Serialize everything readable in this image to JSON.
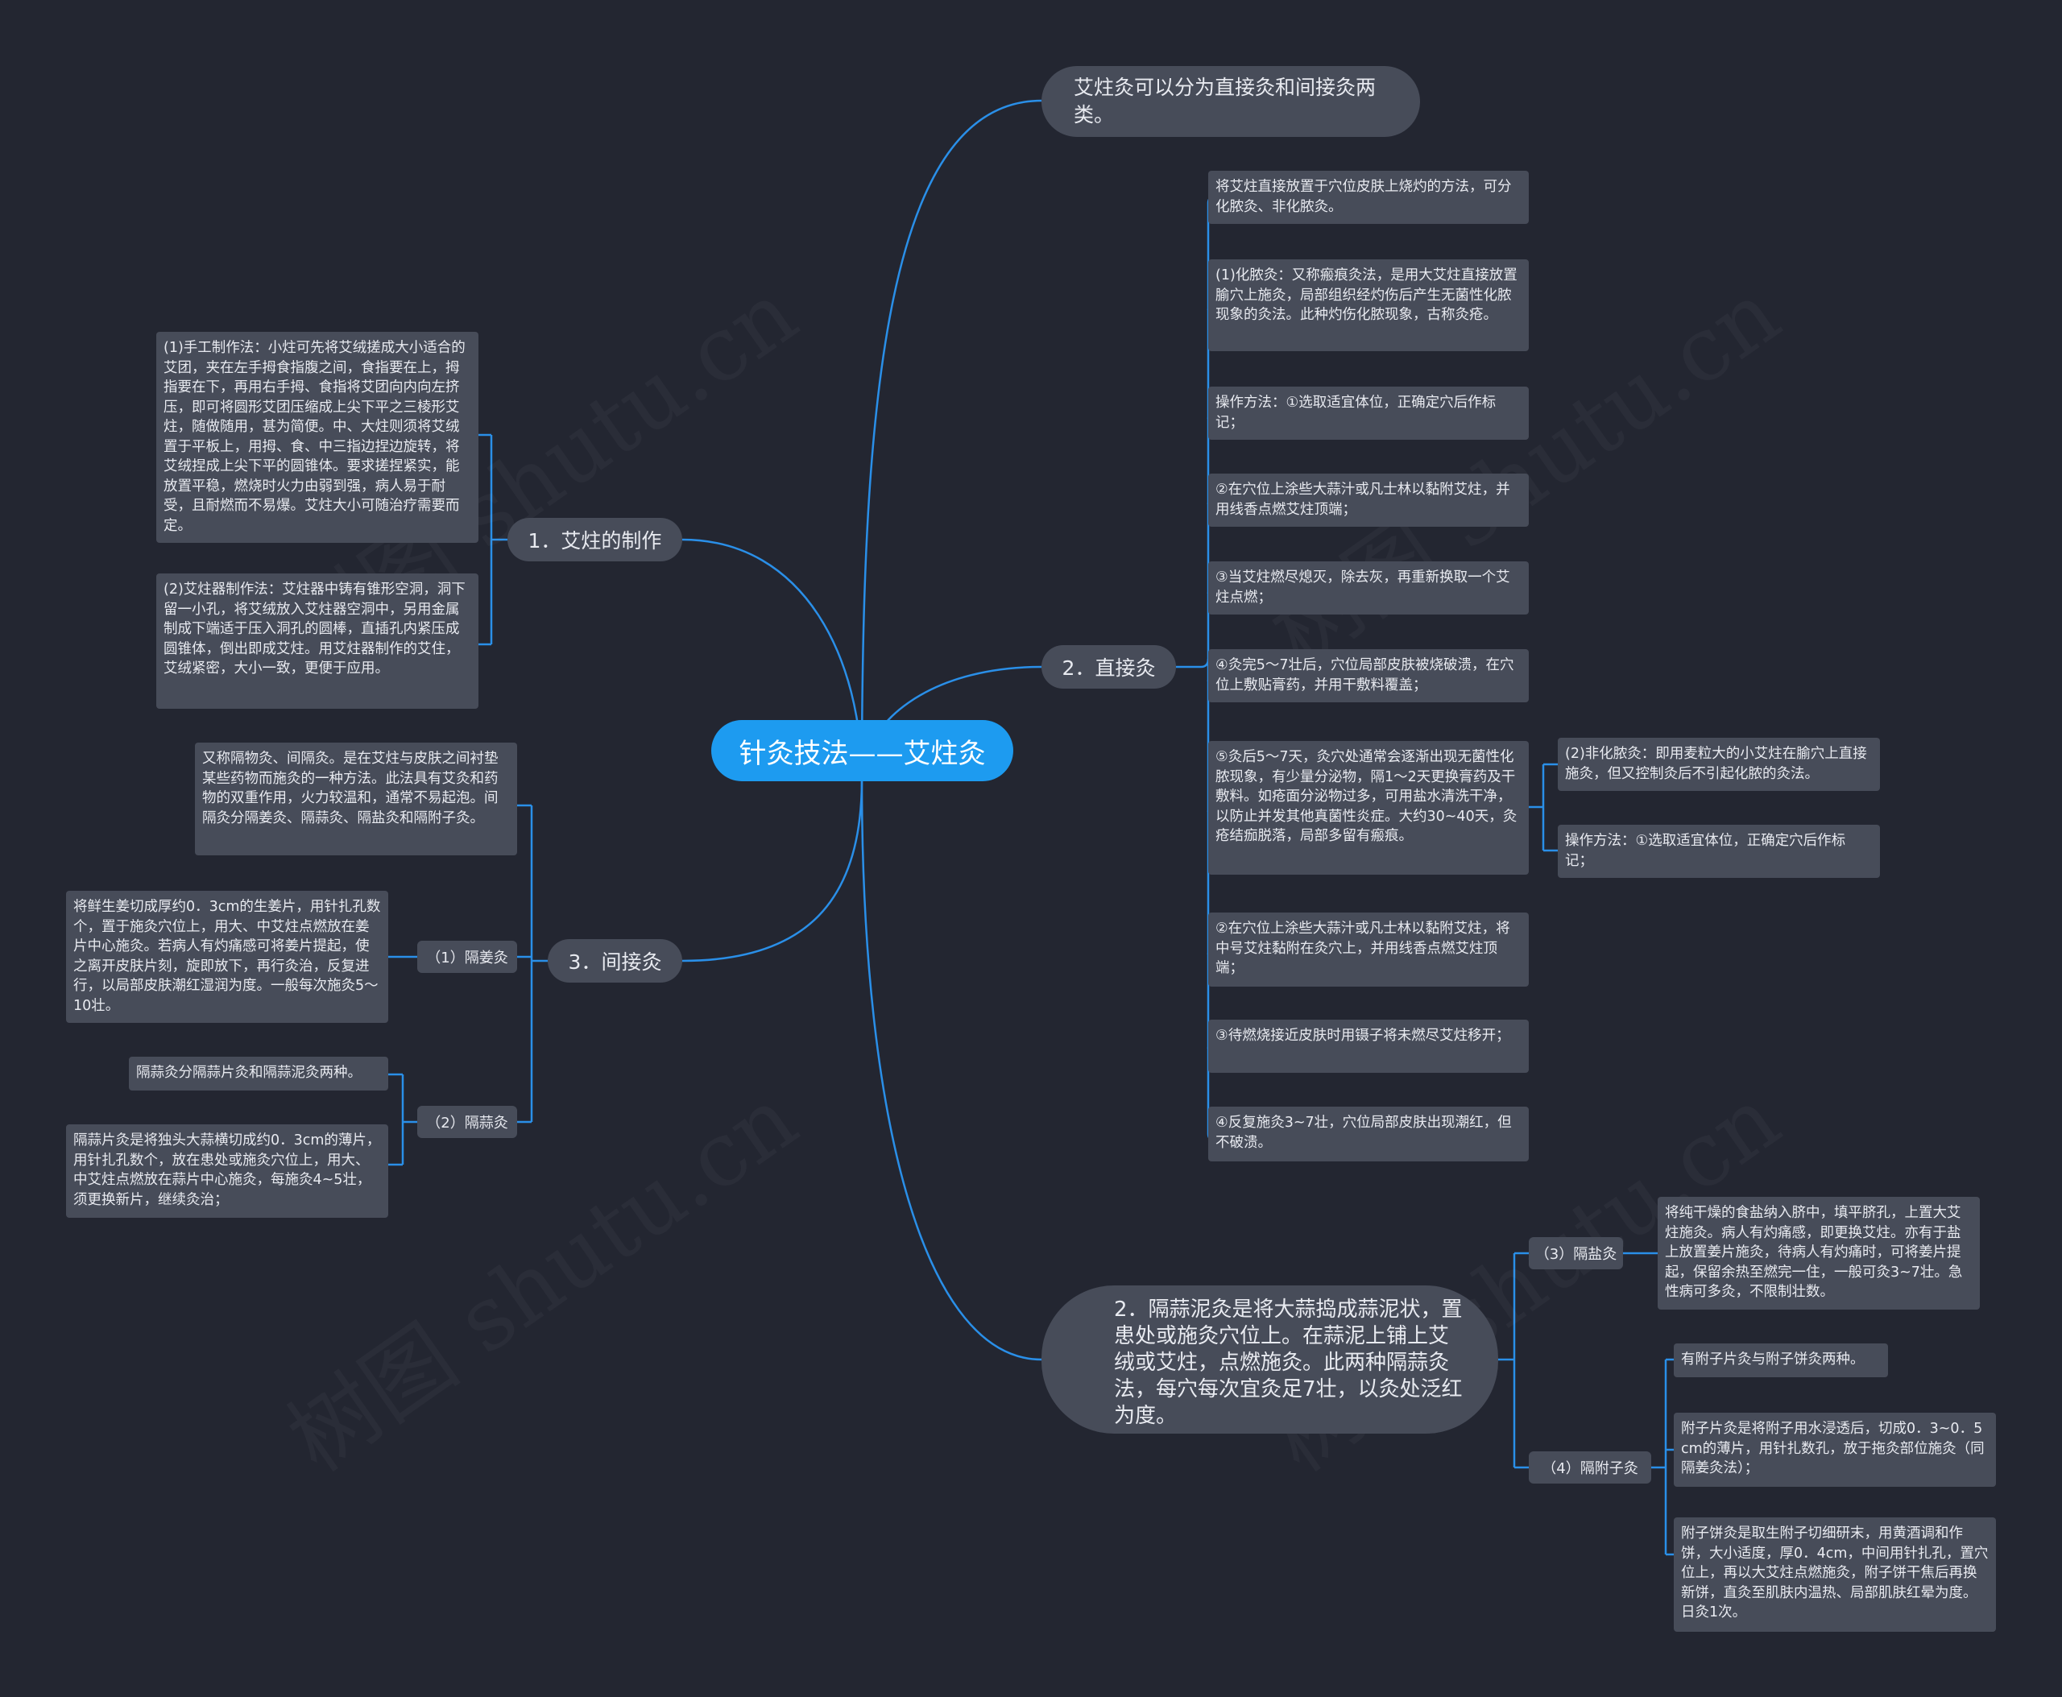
{
  "watermark": "树图 shutu.cn",
  "root": "针灸技法——艾炷灸",
  "right": {
    "intro": "艾炷灸可以分为直接灸和间接灸两类。",
    "direct": {
      "title": "2．直接灸",
      "items": [
        "将艾炷直接放置于穴位皮肤上烧灼的方法，可分化脓灸、非化脓灸。",
        "(1)化脓灸：又称瘢痕灸法，是用大艾炷直接放置腧穴上施灸，局部组织经灼伤后产生无菌性化脓现象的灸法。此种灼伤化脓现象，古称灸疮。",
        "操作方法：①选取适宜体位，正确定穴后作标记；",
        "②在穴位上涂些大蒜汁或凡士林以黏附艾炷，并用线香点燃艾炷顶端；",
        "③当艾炷燃尽熄灭，除去灰，再重新换取一个艾炷点燃；",
        "④灸完5～7壮后，穴位局部皮肤被烧破溃，在穴位上敷贴膏药，并用干敷料覆盖；",
        "⑤灸后5～7天，灸穴处通常会逐渐出现无菌性化脓现象，有少量分泌物，隔1～2天更换膏药及干敷料。如疮面分泌物过多，可用盐水清洗干净，以防止并发其他真菌性炎症。大约30~40天，灸疮结痂脱落，局部多留有瘢痕。",
        "②在穴位上涂些大蒜汁或凡士林以黏附艾炷，将中号艾炷黏附在灸穴上，并用线香点燃艾炷顶端；",
        "③待燃烧接近皮肤时用镊子将未燃尽艾炷移开；",
        "④反复施灸3~7壮，穴位局部皮肤出现潮红，但不破溃。"
      ],
      "nonpus": [
        "(2)非化脓灸：即用麦粒大的小艾炷在腧穴上直接施灸，但又控制灸后不引起化脓的灸法。",
        "操作方法：①选取适宜体位，正确定穴后作标记；"
      ]
    },
    "garlic_paste": {
      "text": "2．隔蒜泥灸是将大蒜捣成蒜泥状，置患处或施灸穴位上。在蒜泥上铺上艾绒或艾炷，点燃施灸。此两种隔蒜灸法，每穴每次宜灸足7壮，以灸处泛红为度。",
      "salt": {
        "label": "（3）隔盐灸",
        "text": "将纯干燥的食盐纳入脐中，填平脐孔，上置大艾炷施灸。病人有灼痛感，即更换艾炷。亦有于盐上放置姜片施灸，待病人有灼痛时，可将姜片提起，保留余热至燃完一住，一般可灸3~7壮。急性病可多灸，不限制壮数。"
      },
      "aconite": {
        "label": "（4）隔附子灸",
        "items": [
          "有附子片灸与附子饼灸两种。",
          "附子片灸是将附子用水浸透后，切成0．3~0．5cm的薄片，用针扎数孔，放于拖灸部位施灸（同隔姜灸法）；",
          "附子饼灸是取生附子切细研末，用黄酒调和作饼，大小适度，厚0．4cm，中间用针扎孔，置穴位上，再以大艾炷点燃施灸，附子饼干焦后再换新饼，直灸至肌肤内温热、局部肌肤红晕为度。日灸1次。"
        ]
      }
    }
  },
  "left": {
    "making": {
      "title": "1．艾炷的制作",
      "items": [
        "(1)手工制作法：小炷可先将艾绒搓成大小适合的艾团，夹在左手拇食指腹之间，食指要在上，拇指要在下，再用右手拇、食指将艾团向内向左挤压，即可将圆形艾团压缩成上尖下平之三棱形艾炷，随做随用，甚为简便。中、大炷则须将艾绒置于平板上，用拇、食、中三指边捏边旋转，将艾绒捏成上尖下平的圆锥体。要求搓捏紧实，能放置平稳，燃烧时火力由弱到强，病人易于耐受，且耐燃而不易爆。艾炷大小可随治疗需要而定。",
        "(2)艾炷器制作法：艾炷器中铸有锥形空洞，洞下留一小孔，将艾绒放入艾炷器空洞中，另用金属制成下端适于压入洞孔的圆棒，直插孔内紧压成圆锥体，倒出即成艾炷。用艾炷器制作的艾住，艾绒紧密，大小一致，更便于应用。"
      ]
    },
    "indirect": {
      "title": "3．间接灸",
      "intro": "又称隔物灸、间隔灸。是在艾炷与皮肤之间衬垫某些药物而施灸的一种方法。此法具有艾灸和药物的双重作用，火力较温和，通常不易起泡。间隔灸分隔姜灸、隔蒜灸、隔盐灸和隔附子灸。",
      "ginger": {
        "label": "（1）隔姜灸",
        "text": "将鲜生姜切成厚约0．3cm的生姜片，用针扎孔数个，置于施灸穴位上，用大、中艾炷点燃放在姜片中心施灸。若病人有灼痛感可将姜片提起，使之离开皮肤片刻，旋即放下，再行灸治，反复进行，以局部皮肤潮红湿润为度。一般每次施灸5～10壮。"
      },
      "garlic": {
        "label": "（2）隔蒜灸",
        "items": [
          "隔蒜灸分隔蒜片灸和隔蒜泥灸两种。",
          "隔蒜片灸是将独头大蒜横切成约0．3cm的薄片，用针扎孔数个，放在患处或施灸穴位上，用大、中艾炷点燃放在蒜片中心施灸，每施灸4~5壮，须更换新片，继续灸治；"
        ]
      }
    }
  },
  "colors": {
    "background": "#232631",
    "root": "#1d9bf0",
    "node": "#474c59",
    "link": "#2a8fe8"
  }
}
